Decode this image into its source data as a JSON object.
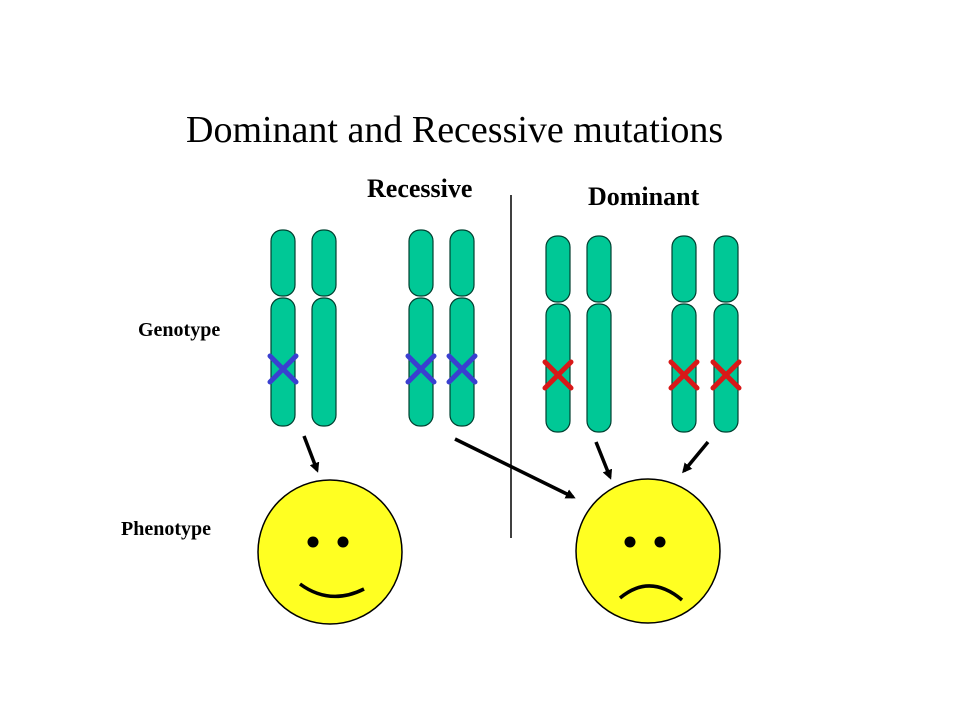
{
  "title": "Dominant and Recessive mutations",
  "labels": {
    "recessive": "Recessive",
    "dominant": "Dominant",
    "genotype": "Genotype",
    "phenotype": "Phenotype"
  },
  "colors": {
    "chromosome_fill": "#00c896",
    "chromosome_stroke": "#004030",
    "recessive_mutation": "#3a3fd0",
    "dominant_mutation": "#d81818",
    "face_fill": "#ffff22",
    "outline": "#000000"
  },
  "icons": {
    "recessive_mutation": "x-mark-icon",
    "dominant_mutation": "x-mark-icon",
    "normal_phenotype": "smiley-face-icon",
    "mutant_phenotype": "frowning-face-icon"
  }
}
